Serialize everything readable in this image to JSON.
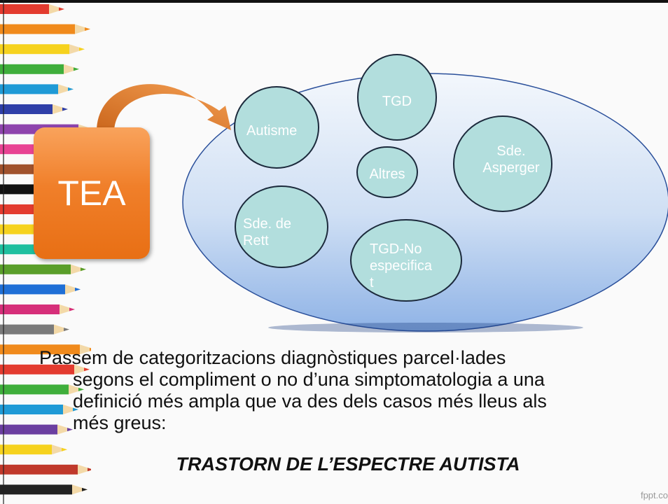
{
  "tea_label": "TEA",
  "categories": [
    "TGD",
    "Autisme",
    "Altres",
    "Sde. Asperger",
    "Sde. de Rett",
    "TGD-No especificat"
  ],
  "body_text": [
    "Passem de categoritzacions diagnòstiques parcel·lades",
    "segons el compliment o no d’una simptomatologia a una",
    "definició més ampla que va des dels casos més lleus als",
    "més greus:"
  ],
  "emphasis": "TRASTORN DE L’ESPECTRE AUTISTA",
  "watermark": "fppt.co",
  "colors": {
    "ellipse_top": "#eef3fb",
    "ellipse_bottom": "#93b6e8",
    "circle_fill": "#b2dedd",
    "circle_stroke": "#1c2a3c",
    "tea_box": "#f07f2a",
    "arrow": "#e87820"
  }
}
